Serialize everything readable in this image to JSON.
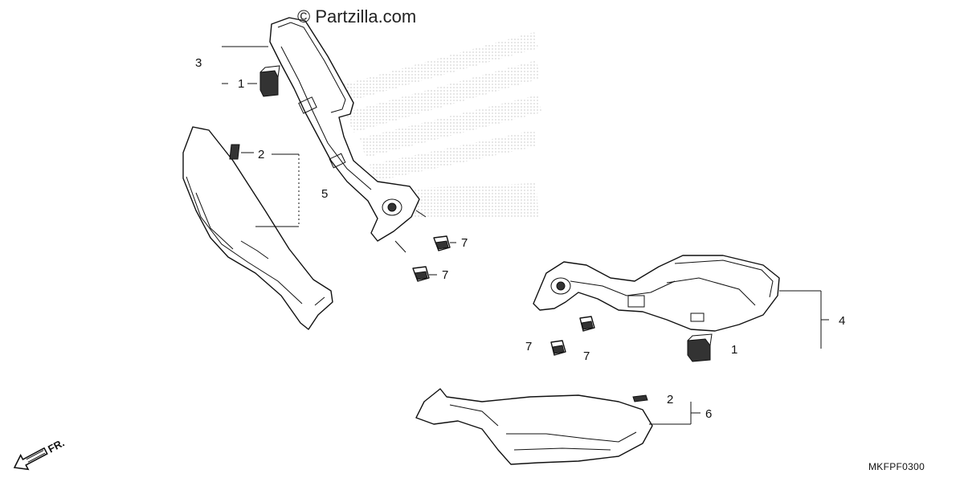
{
  "watermark": "© Partzilla.com",
  "diagram_code": "MKFPF0300",
  "direction_label": "FR.",
  "callouts": {
    "c1a": "1",
    "c1b": "1",
    "c2a": "2",
    "c2b": "2",
    "c3": "3",
    "c4": "4",
    "c5": "5",
    "c6": "6",
    "c7a": "7",
    "c7b": "7",
    "c7c": "7",
    "c7d": "7"
  },
  "icons": {
    "direction_arrow": "fr-arrow-icon",
    "background_logo": "wing-logo-watermark"
  }
}
